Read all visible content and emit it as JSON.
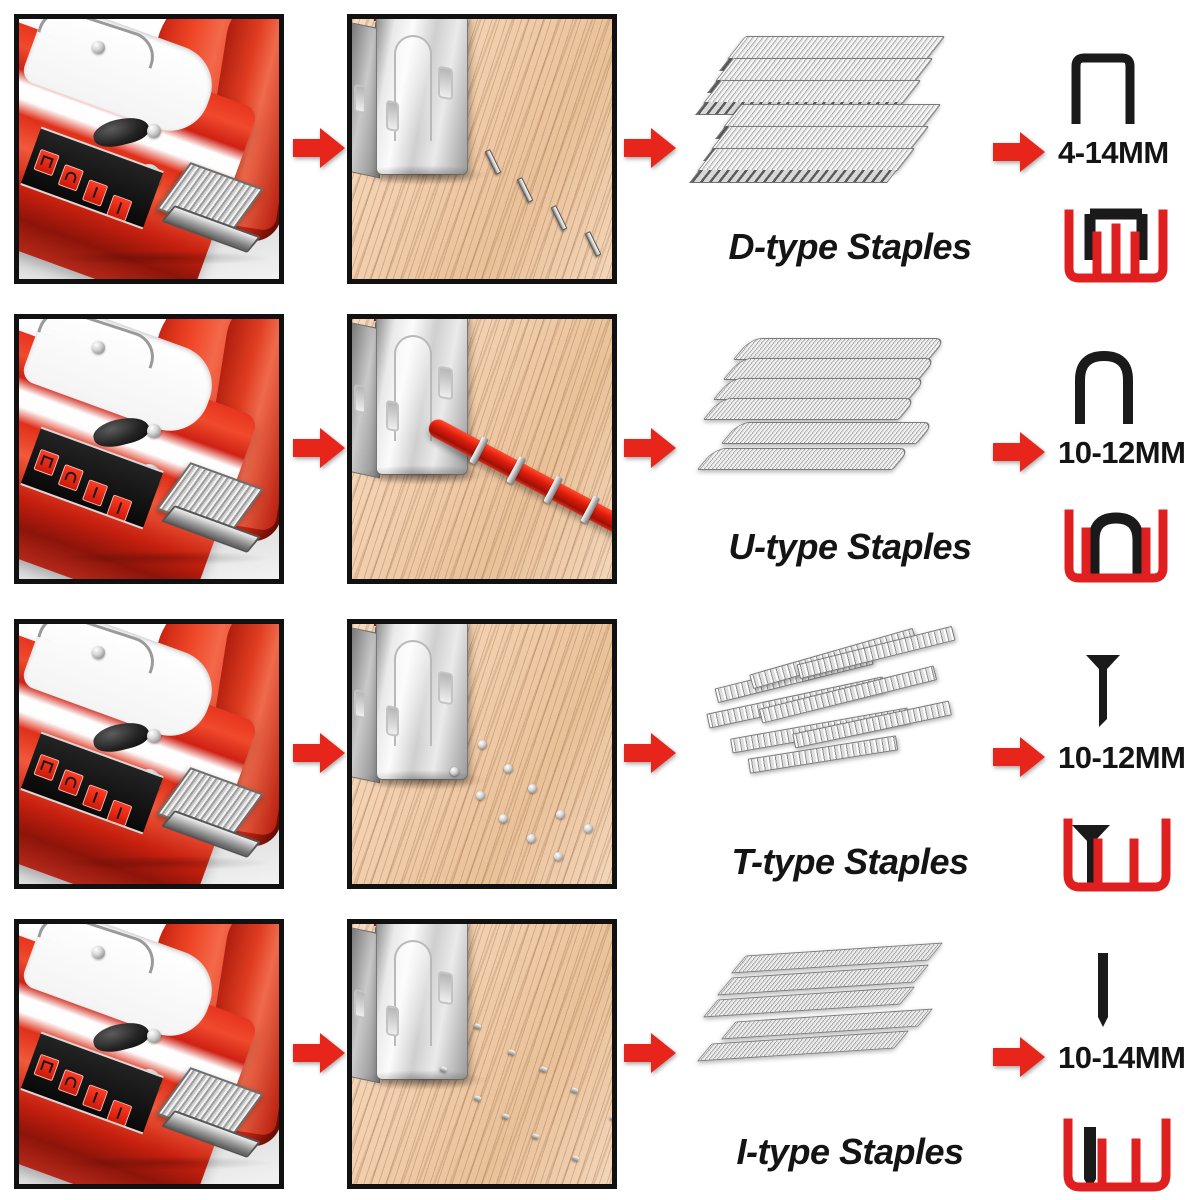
{
  "page": {
    "title": "Staple Gun Fastener Types Chart",
    "background": "#ffffff",
    "accent_red": "#e8251a",
    "ink": "#141414"
  },
  "arrow": {
    "name": "red-right-arrow",
    "color": "#e8251a"
  },
  "rows": [
    {
      "id": "d-type",
      "gun": {
        "alt": "red heavy duty staple gun loaded with D-type staples"
      },
      "application": {
        "alt": "stapler head on wood with D-type staples driven into the board"
      },
      "staples_photo": {
        "alt": "bundled stack of D-type flat crown staples"
      },
      "type_label": "D-type Staples",
      "shape_icon": "d-staple-outline-icon",
      "size_label": "4-14MM",
      "magazine_icon": "magazine-d-staple-icon"
    },
    {
      "id": "u-type",
      "gun": {
        "alt": "red heavy duty staple gun loaded with U-type staples"
      },
      "application": {
        "alt": "stapler head fixing a red cable to wood with U-type round crown staples"
      },
      "staples_photo": {
        "alt": "bundled stack of U-type round crown staples"
      },
      "type_label": "U-type Staples",
      "shape_icon": "u-staple-outline-icon",
      "size_label": "10-12MM",
      "magazine_icon": "magazine-u-staple-icon"
    },
    {
      "id": "t-type",
      "gun": {
        "alt": "red heavy duty staple gun loaded with T-type brad nails"
      },
      "application": {
        "alt": "stapler head on wood with T-type brad nail heads driven into the board"
      },
      "staples_photo": {
        "alt": "bundled strips of T-type brad nails"
      },
      "type_label": "T-type Staples",
      "shape_icon": "t-nail-outline-icon",
      "size_label": "10-12MM",
      "magazine_icon": "magazine-t-nail-icon"
    },
    {
      "id": "i-type",
      "gun": {
        "alt": "red heavy duty staple gun loaded with I-type pin nails"
      },
      "application": {
        "alt": "stapler head on wood with I-type pin nails driven into the board"
      },
      "staples_photo": {
        "alt": "bundled strips of I-type pin nails"
      },
      "type_label": "I-type Staples",
      "shape_icon": "i-pin-outline-icon",
      "size_label": "10-14MM",
      "magazine_icon": "magazine-i-pin-icon"
    }
  ],
  "gun_badges": [
    {
      "name": "badge-d-type"
    },
    {
      "name": "badge-u-type"
    },
    {
      "name": "badge-t-type"
    },
    {
      "name": "badge-i-type"
    }
  ]
}
